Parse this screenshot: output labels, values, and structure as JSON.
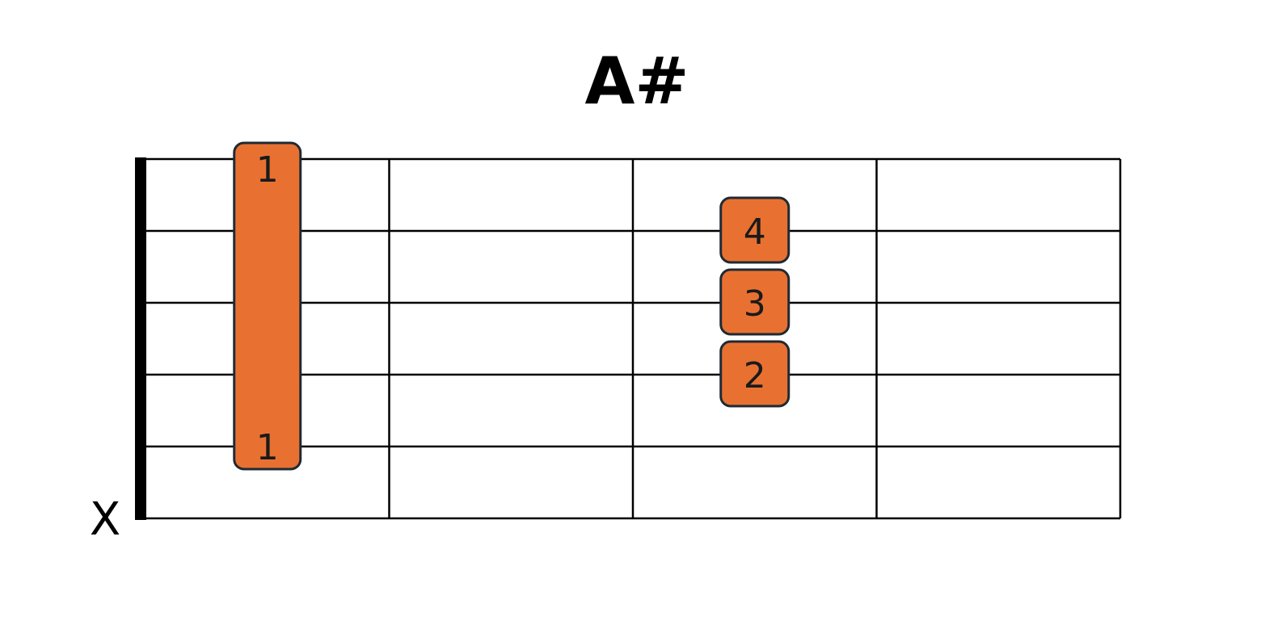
{
  "chord": {
    "name": "A#",
    "frets_shown": 4,
    "strings": 6,
    "colors": {
      "finger": "#E87132",
      "finger_border": "#1F2A33",
      "line": "#000000"
    },
    "muted": [
      {
        "string": 6,
        "symbol": "X"
      }
    ],
    "barre": {
      "fret": 1,
      "from_string": 1,
      "to_string": 5,
      "labels": [
        "1",
        "1"
      ]
    },
    "fingers": [
      {
        "string": 2,
        "fret": 3,
        "label": "4"
      },
      {
        "string": 3,
        "fret": 3,
        "label": "3"
      },
      {
        "string": 4,
        "fret": 3,
        "label": "2"
      }
    ]
  }
}
